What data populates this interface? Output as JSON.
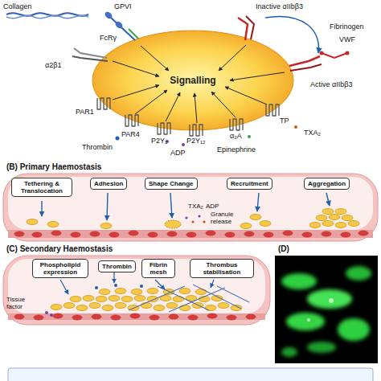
{
  "diagram": {
    "nodes": [
      {
        "text": [
          "Signalling"
        ]
      },
      {
        "text": [
          "Tethering & Translocation"
        ]
      },
      {
        "text": [
          "Adhesion"
        ]
      },
      {
        "text": [
          "Shape Change"
        ]
      },
      {
        "text": [
          "Recruitment"
        ]
      },
      {
        "text": [
          "Aggregation"
        ]
      },
      {
        "text": [
          "Phospholipid expression"
        ]
      },
      {
        "text": [
          "Thrombin"
        ]
      },
      {
        "text": [
          "Fibrin mesh"
        ]
      },
      {
        "text": [
          "Thrombus stabilisation"
        ]
      }
    ],
    "labels": [
      "Collagen",
      "GPVI",
      "FcRγ",
      "α2β1",
      "Inactive αIIbβ3",
      "Fibrinogen",
      "VWF",
      "Active αIIbβ3",
      "PAR1",
      "PAR4",
      "Thrombin",
      "P2Y₁",
      "P2Y₁₂",
      "ADP",
      "α₂A",
      "Epinephrine",
      "TP",
      "TXA₂",
      "(B) Primary Haemostasis",
      "TXA₂",
      "ADP",
      "Granule release",
      "(C) Secondary Haemostasis",
      "Tissue factor",
      "(D)"
    ]
  }
}
